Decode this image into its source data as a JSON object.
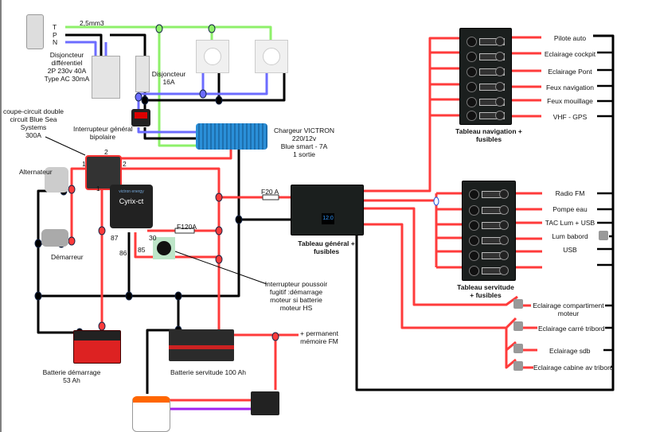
{
  "colors": {
    "positive": "#ff3b3b",
    "negative": "#000000",
    "earth": "#8ef06a",
    "neutral": "#6c6cff",
    "pump": "#a020f0",
    "charger": "#2a8fd8"
  },
  "mains": {
    "t": "T",
    "p": "P",
    "n": "N",
    "section": "2,5mm3",
    "diff_breaker": [
      "Disjoncteur",
      "différentiel",
      "2P 230v 40A",
      "Type AC 30mA"
    ],
    "breaker": [
      "Disjoncteur",
      "16A"
    ],
    "main_switch": [
      "Interrupteur général",
      "bipolaire"
    ],
    "charger": [
      "Chargeur VICTRON",
      "220/12v",
      "Blue smart - 7A",
      "1 sortie"
    ]
  },
  "dc": {
    "coupe_circuit": [
      "coupe-circuit double",
      "circuit Blue Sea",
      "Systems",
      "300A"
    ],
    "terminal_1": "1",
    "terminal_2": "2",
    "alternator": "Alternateur",
    "starter": "Démarreur",
    "cyrix": "Cyrix-ct",
    "cyrix_brand": "victron energy",
    "pin_87": "87",
    "pin_30": "30",
    "pin_86": "86",
    "pin_85": "85",
    "fuse_120": "F120A",
    "fuse_20": "F20 A",
    "push_button": [
      "Interrupteur poussoir",
      "fugitif :démarrage",
      "moteur si batterie",
      "moteur HS"
    ],
    "battery_start": [
      "Batterie démarrage",
      "53 Ah"
    ],
    "battery_service": "Batterie servitude 100 Ah",
    "permanent": [
      "+ permanent",
      "mémoire FM"
    ],
    "main_panel": [
      "Tableau général +",
      "fusibles"
    ],
    "voltmeter": "12.0"
  },
  "nav_panel": {
    "title": [
      "Tableau navigation +",
      "fusibles"
    ],
    "circuits": [
      "Pilote auto",
      "Eclairage cockpit",
      "Eclairage Pont",
      "Feux navigation",
      "Feux mouillage",
      "VHF - GPS"
    ]
  },
  "service_panel": {
    "title": [
      "Tableau servitude",
      "+ fusibles"
    ],
    "circuits": [
      "Radio FM",
      "Pompe eau",
      "TAC Lum + USB",
      "Lum babord",
      "USB",
      ""
    ]
  },
  "switched": [
    "Eclairage compartiment moteur",
    "Eclairage carré tribord",
    "Eclairage sdb",
    "Eclairage cabine av tribord"
  ]
}
